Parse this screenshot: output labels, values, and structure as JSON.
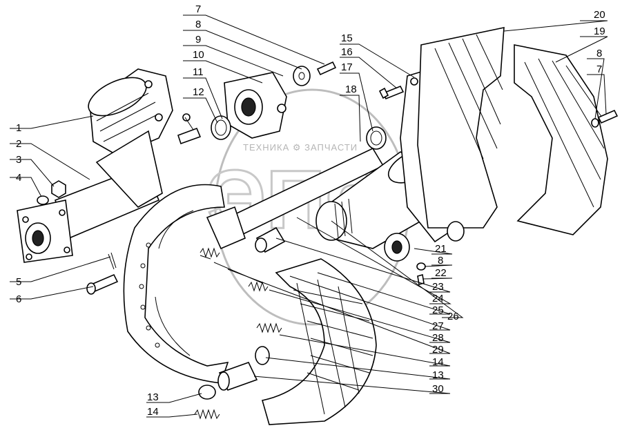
{
  "watermark": {
    "text": "ТЕХНИКА ⚙ ЗАПЧАСТИ",
    "logo": "ЭПФ"
  },
  "callouts": [
    {
      "id": "c1",
      "label": "1"
    },
    {
      "id": "c2",
      "label": "2"
    },
    {
      "id": "c3",
      "label": "3"
    },
    {
      "id": "c4",
      "label": "4"
    },
    {
      "id": "c5",
      "label": "5"
    },
    {
      "id": "c6",
      "label": "6"
    },
    {
      "id": "c7a",
      "label": "7"
    },
    {
      "id": "c8a",
      "label": "8"
    },
    {
      "id": "c9",
      "label": "9"
    },
    {
      "id": "c10",
      "label": "10"
    },
    {
      "id": "c11",
      "label": "11"
    },
    {
      "id": "c12",
      "label": "12"
    },
    {
      "id": "c13a",
      "label": "13"
    },
    {
      "id": "c14a",
      "label": "14"
    },
    {
      "id": "c15",
      "label": "15"
    },
    {
      "id": "c16",
      "label": "16"
    },
    {
      "id": "c17",
      "label": "17"
    },
    {
      "id": "c18",
      "label": "18"
    },
    {
      "id": "c19",
      "label": "19"
    },
    {
      "id": "c20",
      "label": "20"
    },
    {
      "id": "c8b",
      "label": "8"
    },
    {
      "id": "c7b",
      "label": "7"
    },
    {
      "id": "c21",
      "label": "21"
    },
    {
      "id": "c8c",
      "label": "8"
    },
    {
      "id": "c22",
      "label": "22"
    },
    {
      "id": "c23",
      "label": "23"
    },
    {
      "id": "c24",
      "label": "24"
    },
    {
      "id": "c25",
      "label": "25"
    },
    {
      "id": "c26",
      "label": "26"
    },
    {
      "id": "c27",
      "label": "27"
    },
    {
      "id": "c28",
      "label": "28"
    },
    {
      "id": "c29",
      "label": "29"
    },
    {
      "id": "c14b",
      "label": "14"
    },
    {
      "id": "c13b",
      "label": "13"
    },
    {
      "id": "c30",
      "label": "30"
    },
    {
      "id": "c13c",
      "label": "13"
    },
    {
      "id": "c14c",
      "label": "14"
    }
  ]
}
